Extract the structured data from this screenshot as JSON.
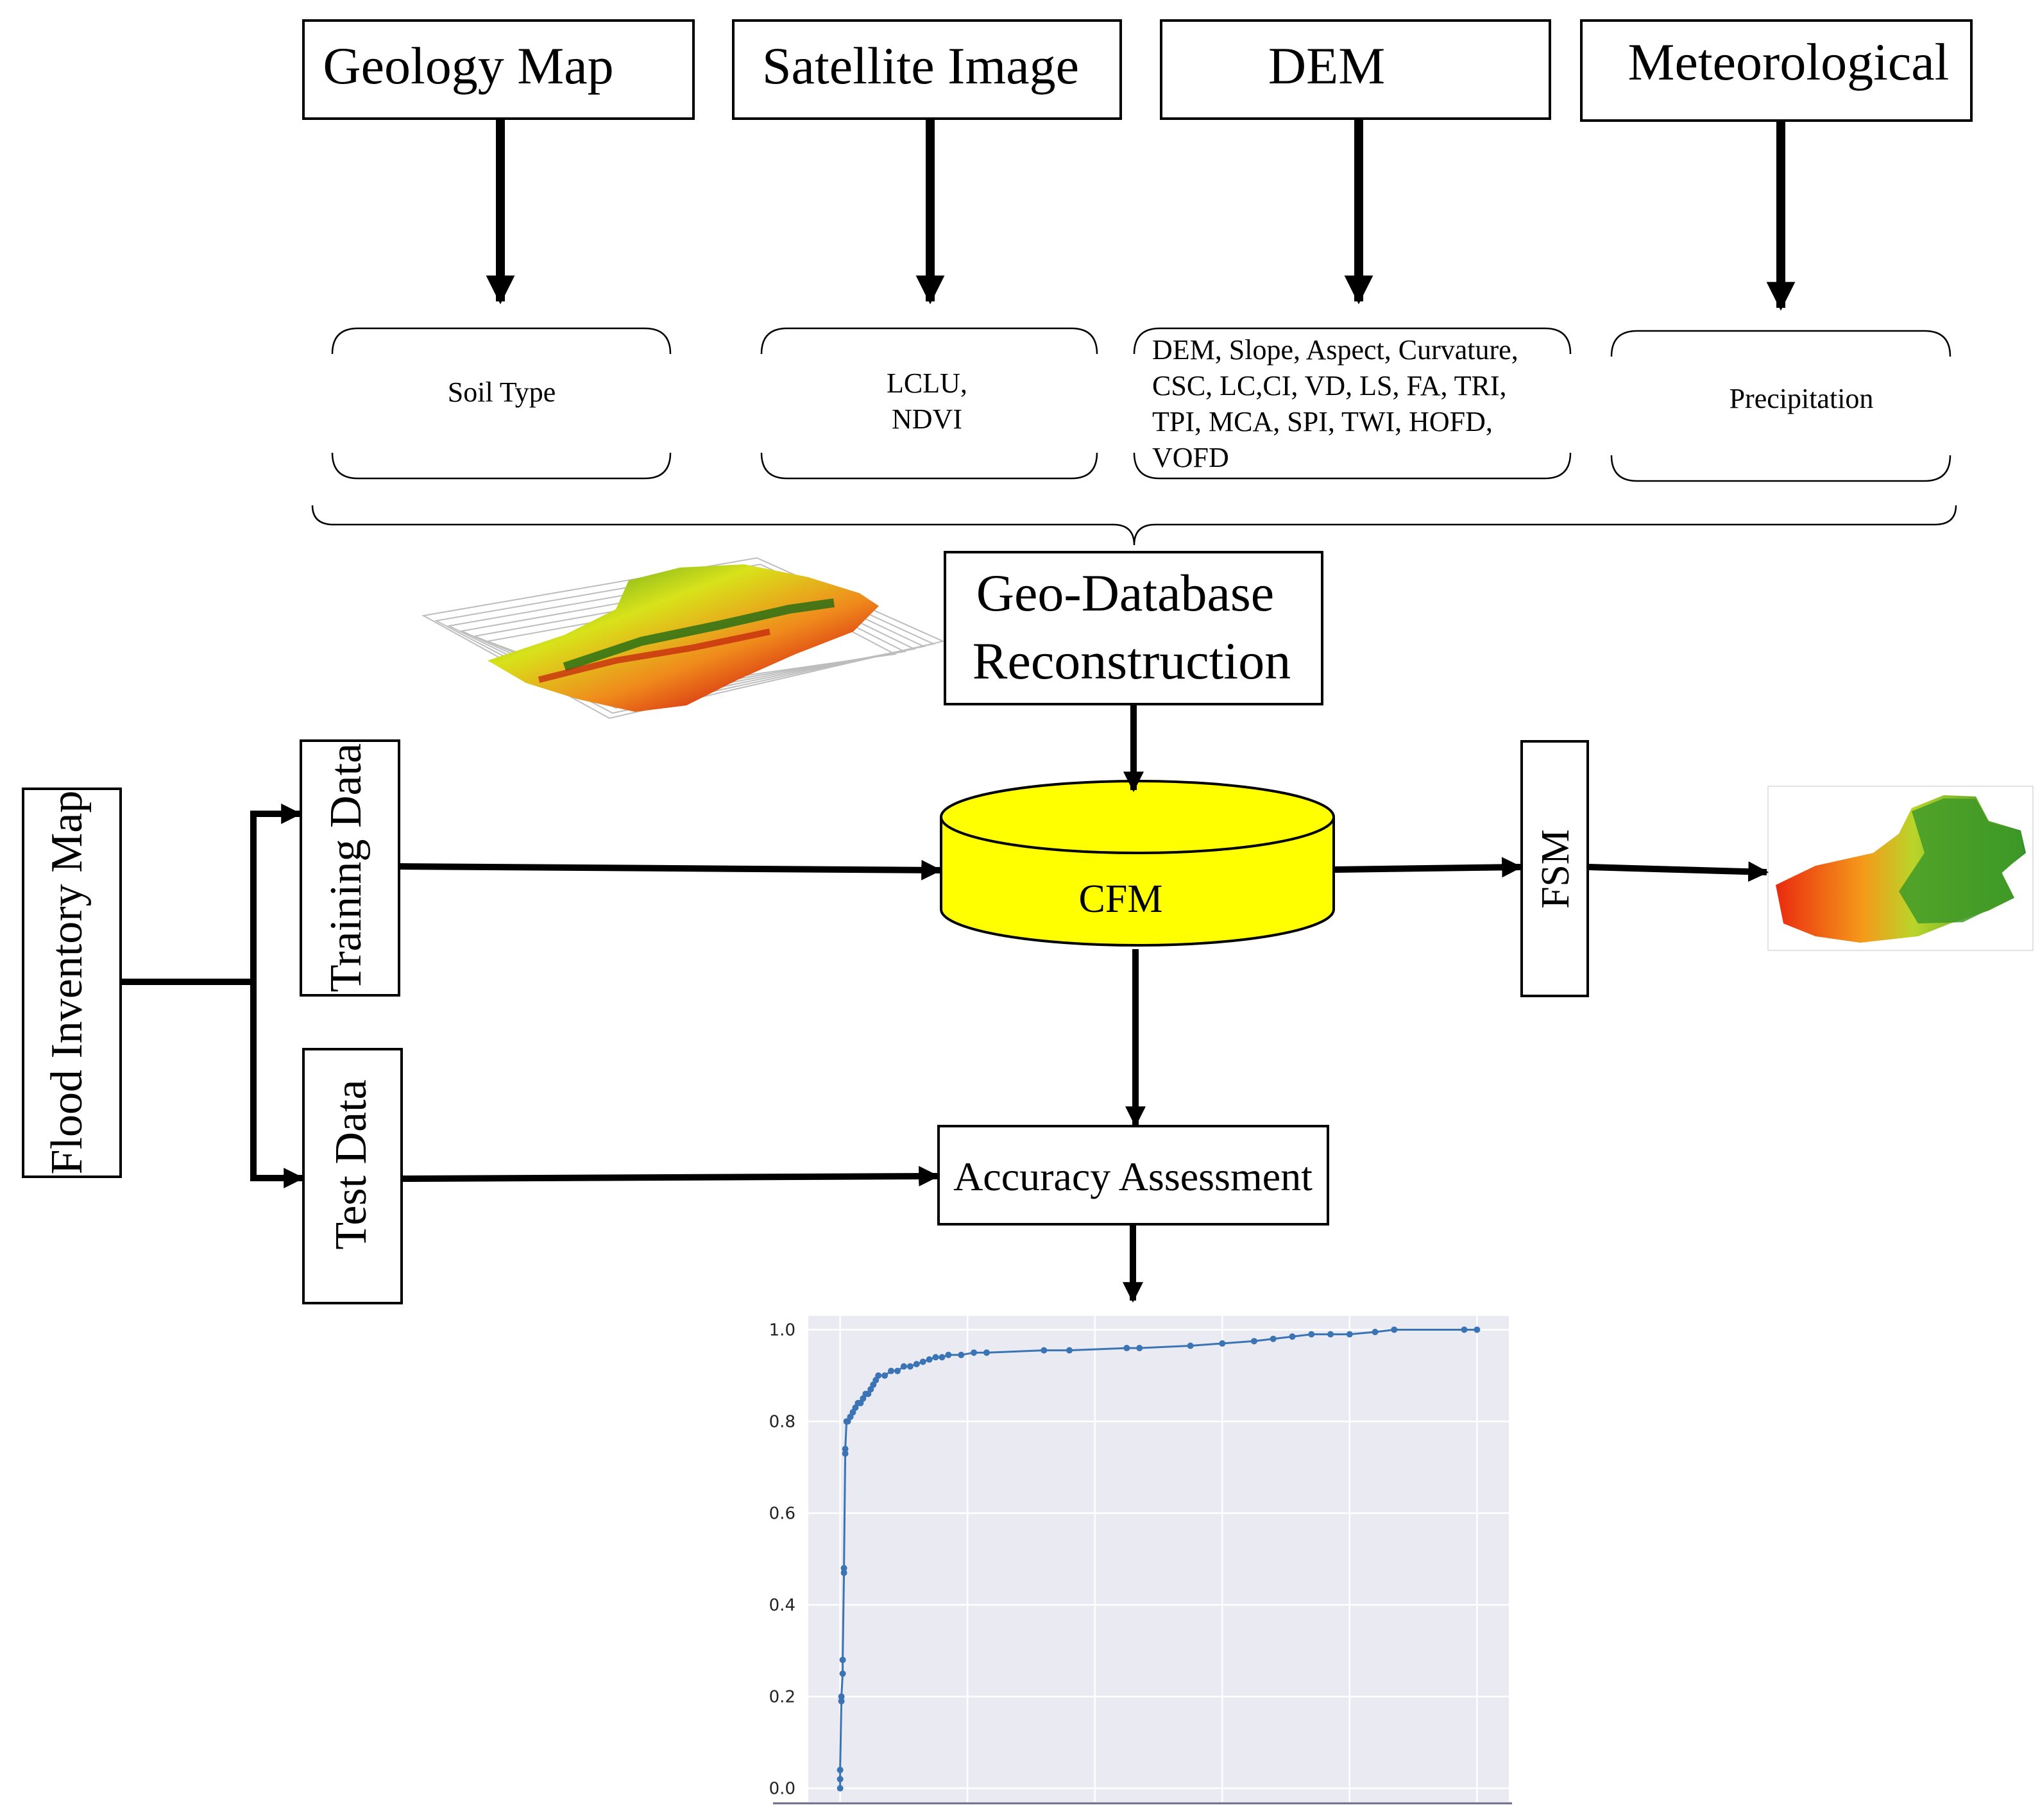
{
  "sources": {
    "geology": "Geology Map",
    "satellite": "Satellite Image",
    "dem": "DEM",
    "meteo": "Meteorological"
  },
  "factors": {
    "soil": "Soil Type",
    "sat_line1": "LCLU,",
    "sat_line2": "NDVI",
    "dem_line1": "DEM, Slope, Aspect, Curvature,",
    "dem_line2": "CSC, LC,CI, VD, LS, FA, TRI,",
    "dem_line3": "TPI, MCA, SPI, TWI, HOFD,",
    "dem_line4": "VOFD",
    "meteo": "Precipitation"
  },
  "geodb_line1": "Geo-Database",
  "geodb_line2": "Reconstruction",
  "flood_inventory": "Flood Inventory Map",
  "training": "Training Data",
  "test": "Test Data",
  "cfm": "CFM",
  "fsm": "FSM",
  "accuracy": "Accuracy Assessment",
  "colors": {
    "cfm_fill": "#ffff00",
    "roc_line": "#3a74b4",
    "plot_bg": "#eaeaf2"
  },
  "chart_data": {
    "type": "line",
    "title": "",
    "xlabel": "",
    "ylabel": "",
    "xlim": [
      -0.05,
      1.05
    ],
    "ylim": [
      -0.03,
      1.03
    ],
    "grid": true,
    "x_ticks": [
      "0.0",
      "0.2",
      "0.4",
      "0.6",
      "0.8",
      "1.0"
    ],
    "y_ticks": [
      "0.0",
      "0.2",
      "0.4",
      "0.6",
      "0.8",
      "1.0"
    ],
    "series": [
      {
        "x": [
          0,
          0,
          0,
          0.002,
          0.002,
          0.004,
          0.004,
          0.006,
          0.006,
          0.008,
          0.008,
          0.01,
          0.012,
          0.016,
          0.02,
          0.024,
          0.028,
          0.032,
          0.036,
          0.04,
          0.044,
          0.048,
          0.052,
          0.056,
          0.06,
          0.07,
          0.08,
          0.09,
          0.1,
          0.11,
          0.12,
          0.13,
          0.14,
          0.15,
          0.16,
          0.17,
          0.19,
          0.21,
          0.23,
          0.32,
          0.36,
          0.45,
          0.47,
          0.55,
          0.6,
          0.65,
          0.68,
          0.71,
          0.74,
          0.77,
          0.8,
          0.84,
          0.87,
          0.98,
          1.0
        ],
        "y": [
          0.0,
          0.02,
          0.04,
          0.19,
          0.2,
          0.25,
          0.28,
          0.47,
          0.48,
          0.73,
          0.74,
          0.8,
          0.8,
          0.81,
          0.82,
          0.83,
          0.84,
          0.84,
          0.85,
          0.86,
          0.86,
          0.87,
          0.88,
          0.89,
          0.9,
          0.9,
          0.91,
          0.91,
          0.92,
          0.92,
          0.925,
          0.93,
          0.935,
          0.94,
          0.94,
          0.945,
          0.945,
          0.95,
          0.95,
          0.955,
          0.955,
          0.96,
          0.96,
          0.965,
          0.97,
          0.975,
          0.98,
          0.985,
          0.99,
          0.99,
          0.99,
          0.995,
          1.0,
          1.0,
          1.0
        ]
      }
    ]
  }
}
